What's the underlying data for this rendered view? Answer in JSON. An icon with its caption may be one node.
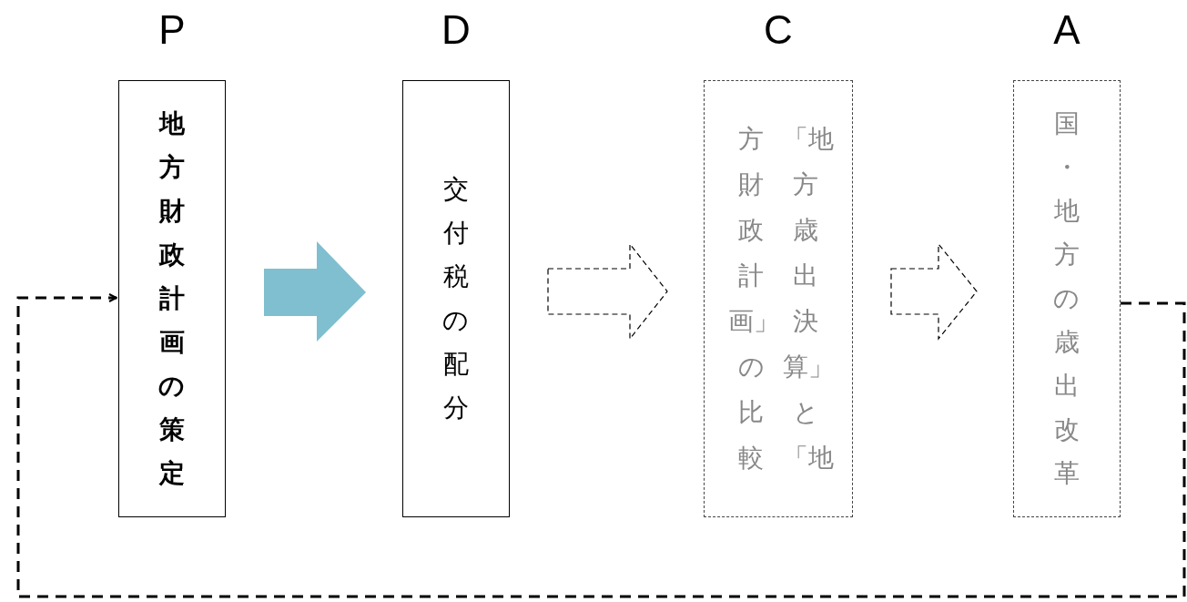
{
  "diagram": {
    "nodes": [
      {
        "text": [
          "地方財政計画の策定"
        ]
      },
      {
        "text": [
          "交付税の配分"
        ]
      },
      {
        "text": [
          "「地方歳出決算」と「地方財政計画」の比較"
        ]
      },
      {
        "text": [
          "国・地方の歳出改革"
        ]
      }
    ],
    "edges": [
      {
        "from": 0,
        "to": 1,
        "arrow": "to",
        "style": "thick",
        "color": "#7fbfcf"
      },
      {
        "from": 1,
        "to": 2,
        "arrow": "to",
        "style": "dashed"
      },
      {
        "from": 2,
        "to": 3,
        "arrow": "to",
        "style": "dashed"
      },
      {
        "from": 3,
        "to": 0,
        "arrow": "to",
        "style": "dashed"
      }
    ],
    "labels": [
      "P",
      "D",
      "C",
      "A"
    ]
  }
}
